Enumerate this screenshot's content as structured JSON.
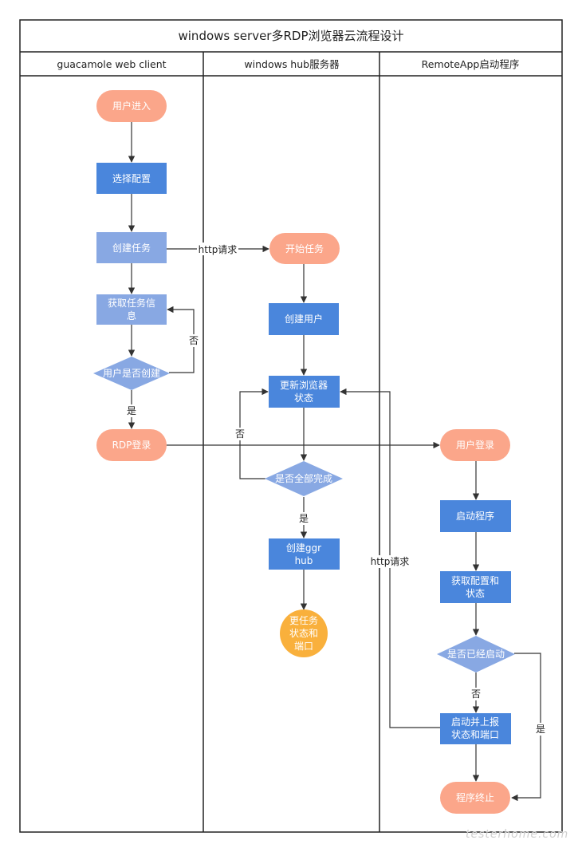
{
  "title": "windows server多RDP浏览器云流程设计",
  "lanes": [
    {
      "id": "lane-guacamole",
      "label": "guacamole web client"
    },
    {
      "id": "lane-hub",
      "label": "windows hub服务器"
    },
    {
      "id": "lane-remoteapp",
      "label": "RemoteApp启动程序"
    }
  ],
  "colors": {
    "terminal": "#fba68a",
    "process_dark": "#4a86dc",
    "process_light": "#88a8e3",
    "decision": "#88a8e3",
    "end_circle": "#f9b03c",
    "line": "#333333"
  },
  "nodes": {
    "user_enter": {
      "label": "用户进入"
    },
    "select_config": {
      "label": "选择配置"
    },
    "create_task": {
      "label": "创建任务"
    },
    "get_task_info": {
      "lines": [
        "获取任务信",
        "息"
      ]
    },
    "user_created": {
      "label": "用户是否创建"
    },
    "rdp_login": {
      "label": "RDP登录"
    },
    "start_task": {
      "label": "开始任务"
    },
    "create_user": {
      "label": "创建用户"
    },
    "update_browser_status": {
      "lines": [
        "更新浏览器",
        "状态"
      ]
    },
    "all_done": {
      "label": "是否全部完成"
    },
    "create_ggr_hub": {
      "lines": [
        "创建ggr",
        "hub"
      ]
    },
    "update_task_status": {
      "lines": [
        "更任务",
        "状态和",
        "端口"
      ]
    },
    "user_login": {
      "label": "用户登录"
    },
    "start_program": {
      "label": "启动程序"
    },
    "get_config_status": {
      "lines": [
        "获取配置和",
        "状态"
      ]
    },
    "already_started": {
      "label": "是否已经启动"
    },
    "start_and_report": {
      "lines": [
        "启动并上报",
        "状态和端口"
      ]
    },
    "program_end": {
      "label": "程序终止"
    }
  },
  "edge_labels": {
    "http_request_1": "http请求",
    "no_1": "否",
    "yes_1": "是",
    "no_2": "否",
    "yes_2": "是",
    "http_request_2": "http请求",
    "no_3": "否",
    "yes_3": "是"
  },
  "watermark": "testerhome.com"
}
